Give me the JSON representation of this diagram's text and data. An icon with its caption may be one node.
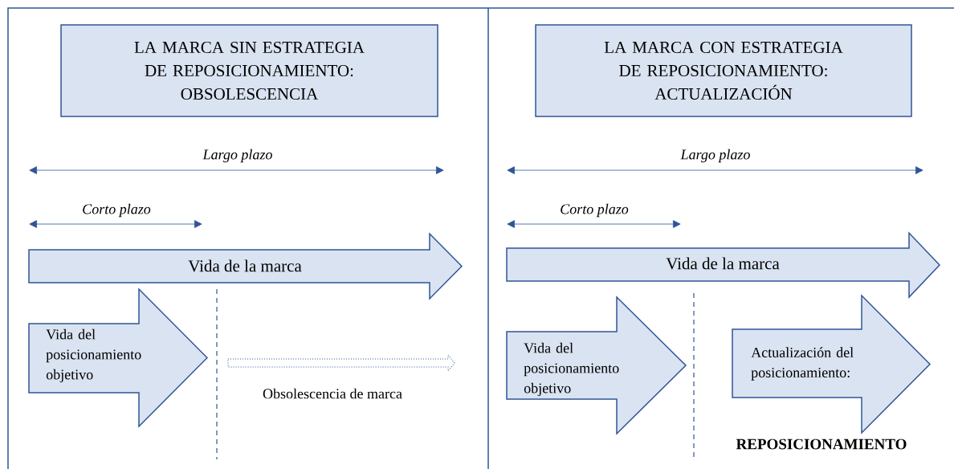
{
  "diagram": {
    "nodes": [
      {
        "text": [
          "LA MARCA SIN ESTRATEGIA DE REPOSICIONAMIENTO: OBSOLESCENCIA"
        ]
      },
      {
        "text": [
          "LA MARCA CON ESTRATEGIA DE REPOSICIONAMIENTO: ACTUALIZACIÓN"
        ]
      },
      {
        "text": [
          "Vida de la marca"
        ]
      },
      {
        "text": [
          "Vida del posicionamiento objetivo"
        ]
      },
      {
        "text": [
          "Vida de la marca"
        ]
      },
      {
        "text": [
          "Vida del posicionamiento objetivo"
        ]
      },
      {
        "text": [
          "Actualización del posicionamiento:"
        ],
        "beside": [
          "REPOSICIONAMIENTO"
        ]
      }
    ],
    "labels": [
      "Largo plazo",
      "Corto plazo",
      "Obsolescencia de marca",
      "Largo plazo",
      "Corto plazo"
    ]
  }
}
